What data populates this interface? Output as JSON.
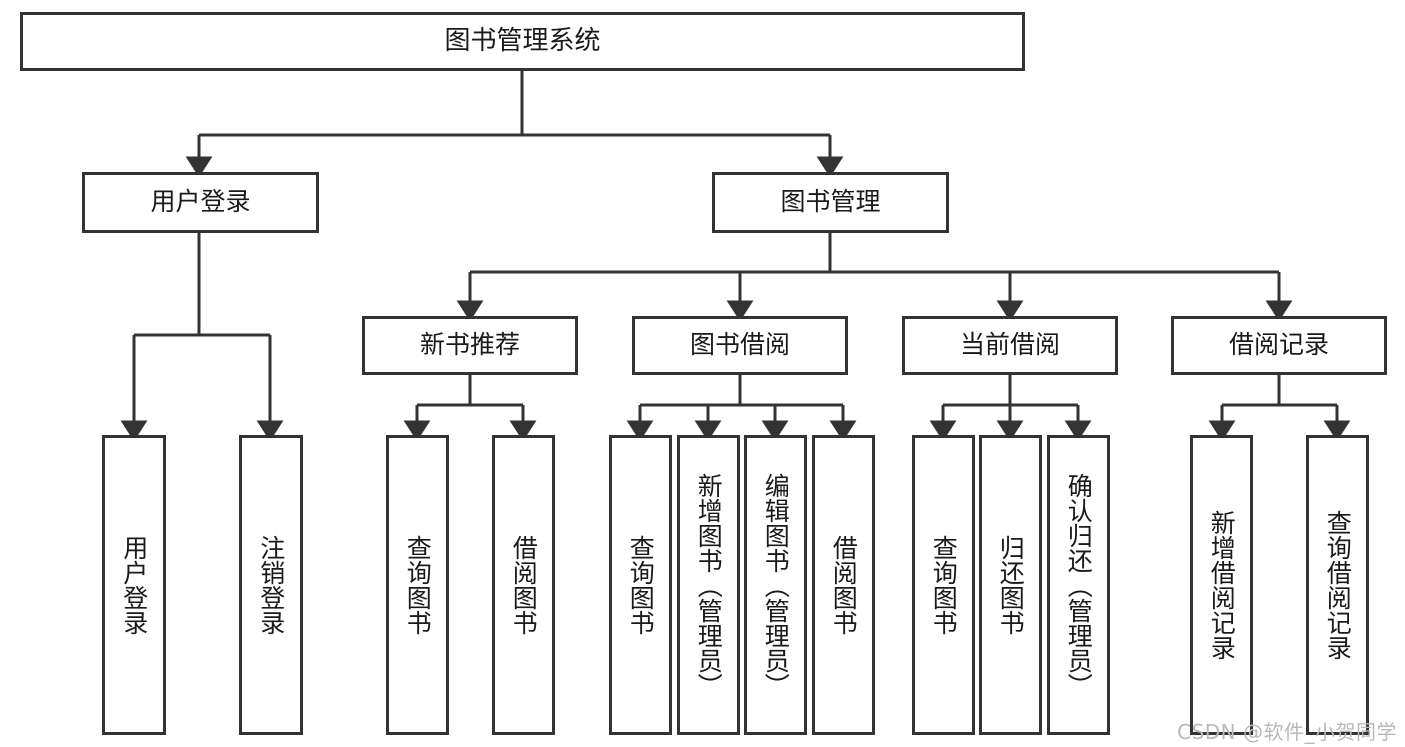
{
  "diagram": {
    "type": "hierarchy-tree",
    "title": "图书管理系统",
    "orientation": "top-down",
    "colors": {
      "box_border": "#333333",
      "box_fill": "#ffffff",
      "connector": "#333333",
      "text": "#1a1a1a",
      "watermark": "#b9b9b9"
    },
    "root": {
      "label": "图书管理系统"
    },
    "level2": [
      {
        "label": "用户登录"
      },
      {
        "label": "图书管理"
      }
    ],
    "level3": [
      {
        "label": "新书推荐"
      },
      {
        "label": "图书借阅"
      },
      {
        "label": "当前借阅"
      },
      {
        "label": "借阅记录"
      }
    ],
    "leaves": {
      "user_login": [
        {
          "label": "用户登录"
        },
        {
          "label": "注销登录"
        }
      ],
      "new_book_recommend": [
        {
          "label": "查询图书"
        },
        {
          "label": "借阅图书"
        }
      ],
      "book_borrow": [
        {
          "label": "查询图书"
        },
        {
          "label": "新增图书（管理员）"
        },
        {
          "label": "编辑图书（管理员）"
        },
        {
          "label": "借阅图书"
        }
      ],
      "current_borrow": [
        {
          "label": "查询图书"
        },
        {
          "label": "归还图书"
        },
        {
          "label": "确认归还（管理员）"
        }
      ],
      "borrow_record": [
        {
          "label": "新增借阅记录"
        },
        {
          "label": "查询借阅记录"
        }
      ]
    }
  },
  "watermark": {
    "text": "CSDN @软件_小贺同学"
  }
}
